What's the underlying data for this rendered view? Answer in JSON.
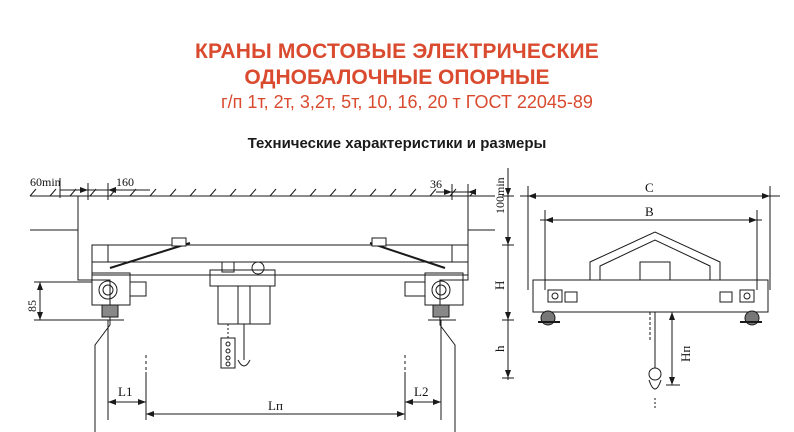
{
  "title": {
    "line1": "КРАНЫ МОСТОВЫЕ ЭЛЕКТРИЧЕСКИЕ",
    "line2": "ОДНОБАЛОЧНЫЕ ОПОРНЫЕ",
    "line3": "г/п  1т, 2т, 3,2т, 5т, 10, 16, 20 т ГОСТ 22045-89"
  },
  "subtitle": "Технические характеристики и размеры",
  "dimensions": {
    "d60min": "60min",
    "d160": "160",
    "d36": "36",
    "d100min": "100min",
    "d85": "85",
    "H": "H",
    "h": "h",
    "L1": "L1",
    "L2": "L2",
    "Lp": "Lп",
    "C": "C",
    "B": "B",
    "Hp": "Hп"
  },
  "colors": {
    "title": "#d94a2f",
    "line": "#1a1a1a"
  }
}
